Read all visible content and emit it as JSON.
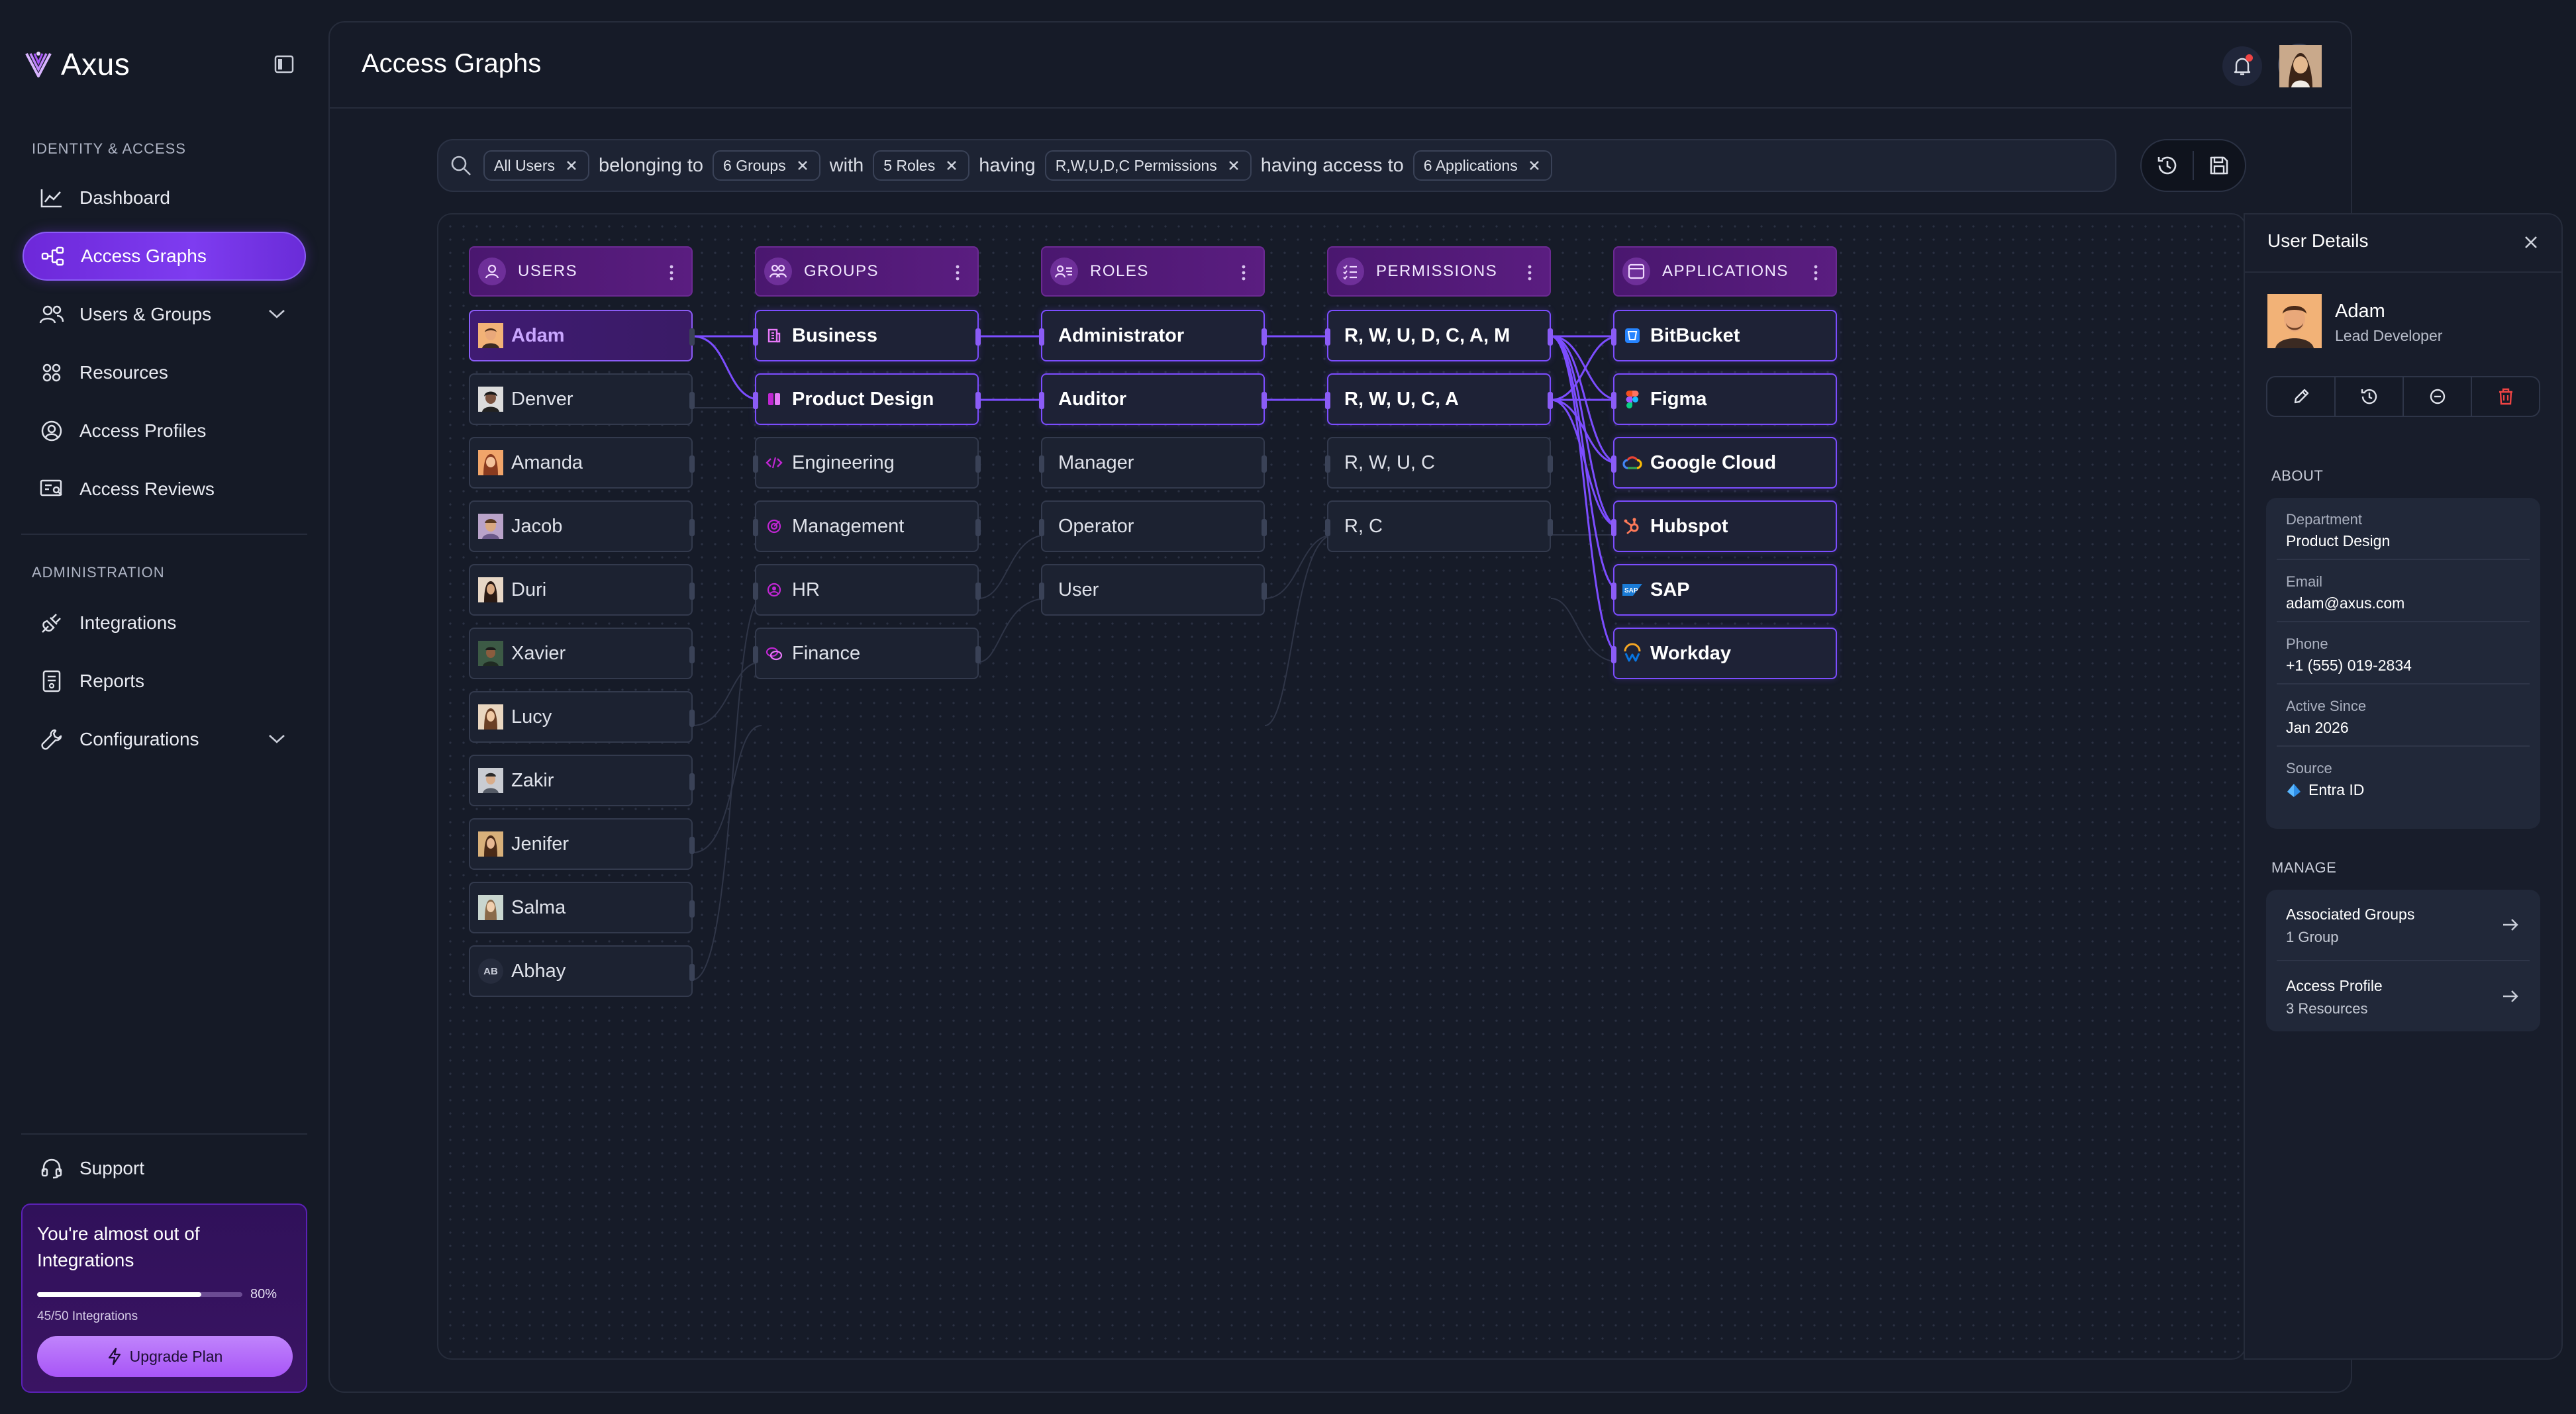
{
  "app": {
    "name": "Axus"
  },
  "sidebar": {
    "sections": [
      {
        "label": "IDENTITY & ACCESS"
      },
      {
        "label": "ADMINISTRATION"
      }
    ],
    "items": [
      {
        "label": "Dashboard",
        "icon": "chart-icon"
      },
      {
        "label": "Access Graphs",
        "icon": "graph-icon",
        "active": true
      },
      {
        "label": "Users & Groups",
        "icon": "users-icon",
        "expandable": true
      },
      {
        "label": "Resources",
        "icon": "grid-icon"
      },
      {
        "label": "Access Profiles",
        "icon": "profile-icon"
      },
      {
        "label": "Access Reviews",
        "icon": "review-icon"
      },
      {
        "label": "Integrations",
        "icon": "plug-icon"
      },
      {
        "label": "Reports",
        "icon": "report-icon"
      },
      {
        "label": "Configurations",
        "icon": "wrench-icon",
        "expandable": true
      }
    ],
    "support_label": "Support",
    "upgrade": {
      "title": "You're almost out of Integrations",
      "progress_fraction": 0.8,
      "progress_pct": "80%",
      "count": "45/50 Integrations",
      "button": "Upgrade Plan"
    }
  },
  "header": {
    "title": "Access Graphs"
  },
  "filter": {
    "chips": [
      "All Users",
      "6 Groups",
      "5 Roles",
      "R,W,U,D,C Permissions",
      "6 Applications"
    ],
    "connectors": [
      "belonging to",
      "with",
      "having",
      "having access to"
    ]
  },
  "graph": {
    "columns": {
      "users": "USERS",
      "groups": "GROUPS",
      "roles": "ROLES",
      "permissions": "PERMISSIONS",
      "applications": "APPLICATIONS"
    },
    "users": [
      "Adam",
      "Denver",
      "Amanda",
      "Jacob",
      "Duri",
      "Xavier",
      "Lucy",
      "Zakir",
      "Jenifer",
      "Salma",
      "Abhay"
    ],
    "abhay_initials": "AB",
    "groups": [
      "Business",
      "Product Design",
      "Engineering",
      "Management",
      "HR",
      "Finance"
    ],
    "roles": [
      "Administrator",
      "Auditor",
      "Manager",
      "Operator",
      "User"
    ],
    "permissions": [
      "R, W, U, D, C, A, M",
      "R, W, U, C, A",
      "R, W, U, C",
      "R, C"
    ],
    "applications": [
      "BitBucket",
      "Figma",
      "Google Cloud",
      "Hubspot",
      "SAP",
      "Workday"
    ],
    "sap_logo_text": "SAP"
  },
  "details": {
    "title": "User Details",
    "name": "Adam",
    "role": "Lead Developer",
    "about_label": "ABOUT",
    "about": [
      {
        "key": "Department",
        "value": "Product Design"
      },
      {
        "key": "Email",
        "value": "adam@axus.com"
      },
      {
        "key": "Phone",
        "value": "+1 (555) 019-2834"
      },
      {
        "key": "Active Since",
        "value": "Jan 2026"
      },
      {
        "key": "Source",
        "value": "Entra ID"
      }
    ],
    "manage_label": "MANAGE",
    "manage": [
      {
        "key": "Associated Groups",
        "value": "1 Group"
      },
      {
        "key": "Access Profile",
        "value": "3 Resources"
      }
    ]
  },
  "colors": {
    "accent": "#7c3aed",
    "highlight_border": "#7c4dff",
    "edge": "#7c4dff",
    "danger": "#ef4444",
    "background": "#151a26"
  }
}
